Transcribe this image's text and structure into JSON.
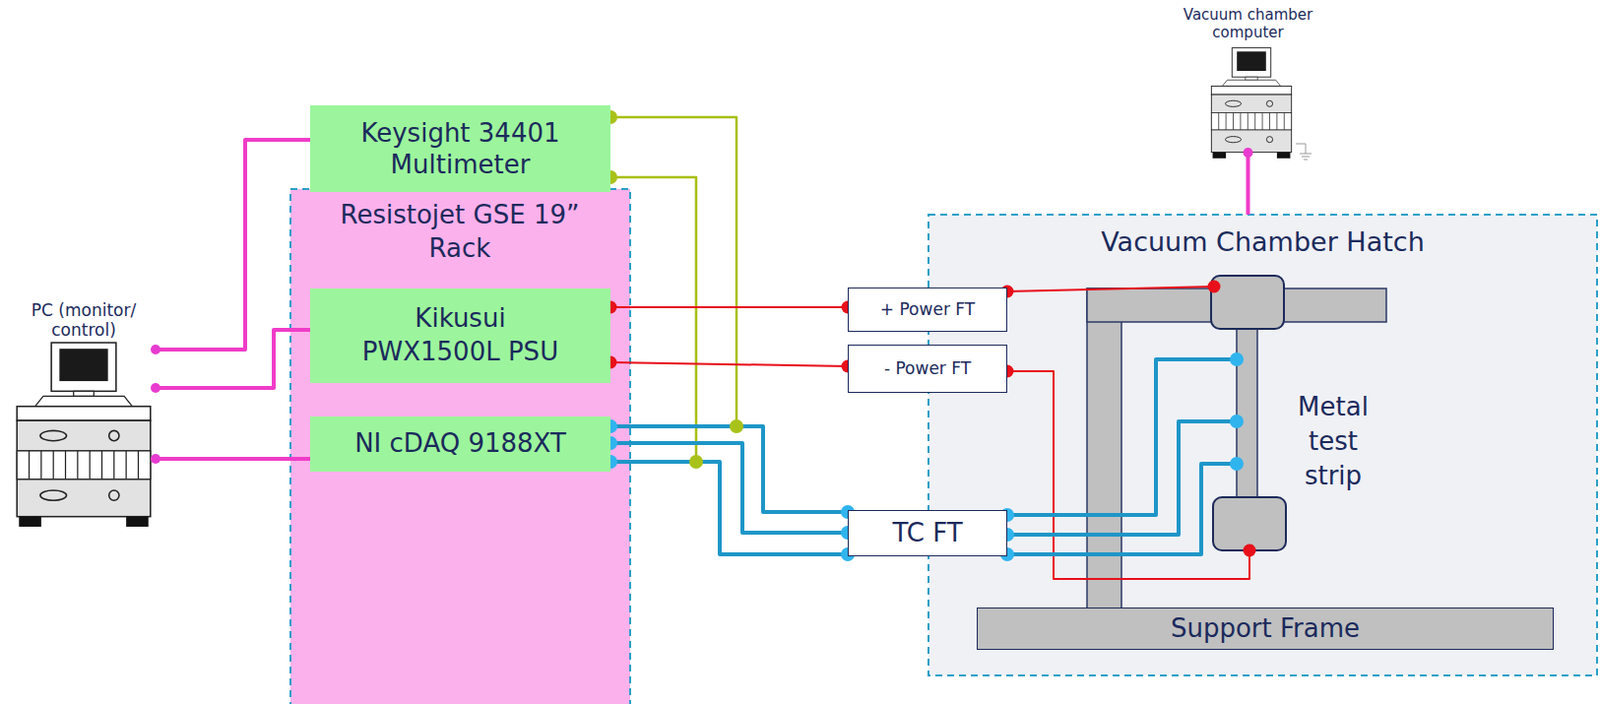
{
  "diagram": {
    "nodes": [
      {
        "text": [
          "PC (monitor/ control)"
        ]
      },
      {
        "text": [
          "Keysight 34401 Multimeter"
        ]
      },
      {
        "text": [
          "Resistojet GSE 19” Rack"
        ]
      },
      {
        "text": [
          "Kikusui PWX1500L PSU"
        ],
        "in": 2
      },
      {
        "text": [
          "NI cDAQ 9188XT"
        ],
        "in": 2
      },
      {
        "text": [
          "Vacuum chamber computer"
        ]
      },
      {
        "text": [
          "Vacuum Chamber Hatch"
        ]
      },
      {
        "text": [
          "+ Power FT"
        ],
        "in": 6
      },
      {
        "text": [
          "- Power FT"
        ],
        "in": 6
      },
      {
        "text": [
          "TC FT"
        ],
        "in": 6
      },
      {
        "text": [
          "Metal test strip"
        ],
        "in": 6
      },
      {
        "text": [
          "Support Frame"
        ],
        "in": 6
      }
    ],
    "edges": [
      {
        "from": 0,
        "to": 1,
        "arrow": "none"
      },
      {
        "from": 0,
        "to": 3,
        "arrow": "none"
      },
      {
        "from": 0,
        "to": 4,
        "arrow": "none"
      },
      {
        "from": 1,
        "to": 9,
        "arrow": "none"
      },
      {
        "from": 1,
        "to": 9,
        "arrow": "none"
      },
      {
        "from": 3,
        "to": 7,
        "arrow": "none"
      },
      {
        "from": 3,
        "to": 8,
        "arrow": "none"
      },
      {
        "from": 7,
        "to": 10,
        "arrow": "none"
      },
      {
        "from": 8,
        "to": 10,
        "arrow": "none"
      },
      {
        "from": 4,
        "to": 9,
        "arrow": "none"
      },
      {
        "from": 4,
        "to": 9,
        "arrow": "none"
      },
      {
        "from": 4,
        "to": 9,
        "arrow": "none"
      },
      {
        "from": 9,
        "to": 10,
        "arrow": "none"
      },
      {
        "from": 9,
        "to": 10,
        "arrow": "none"
      },
      {
        "from": 9,
        "to": 10,
        "arrow": "none"
      },
      {
        "from": 5,
        "to": 6,
        "arrow": "none"
      }
    ]
  }
}
